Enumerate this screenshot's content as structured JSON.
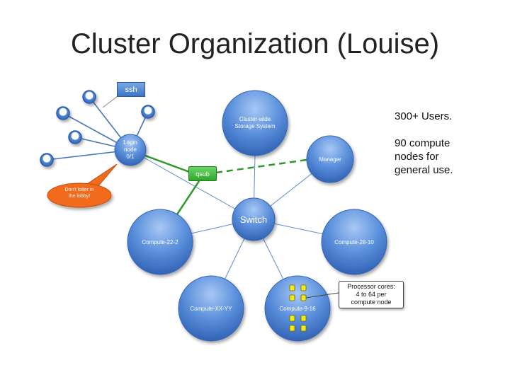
{
  "title": "Cluster Organization (Louise)",
  "side_note": {
    "users": "300+ Users.",
    "compute": "90 compute\nnodes for\ngeneral use."
  },
  "tags": {
    "ssh": "ssh",
    "qsub": "qsub"
  },
  "nodes": {
    "login": "Login\nnode\n0/1",
    "storage": "Cluster-wide\nStorage System",
    "manager": "Manager",
    "switch": "Switch",
    "compute_22_2": "Compute-22-2",
    "compute_28_10": "Compute-28-10",
    "compute_xx_yy": "Compute-XX-YY",
    "compute_9_16": "Compute-9-16"
  },
  "callouts": {
    "lobby": "Don't loiter in\nthe lobby!",
    "processor": "Processor cores:\n4 to 64 per\ncompute node"
  },
  "colors": {
    "node_blue": "#4a86d8",
    "link_green": "#2e9a2a",
    "callout_orange": "#f26a1b",
    "chip_yellow": "#f2ea1c"
  }
}
